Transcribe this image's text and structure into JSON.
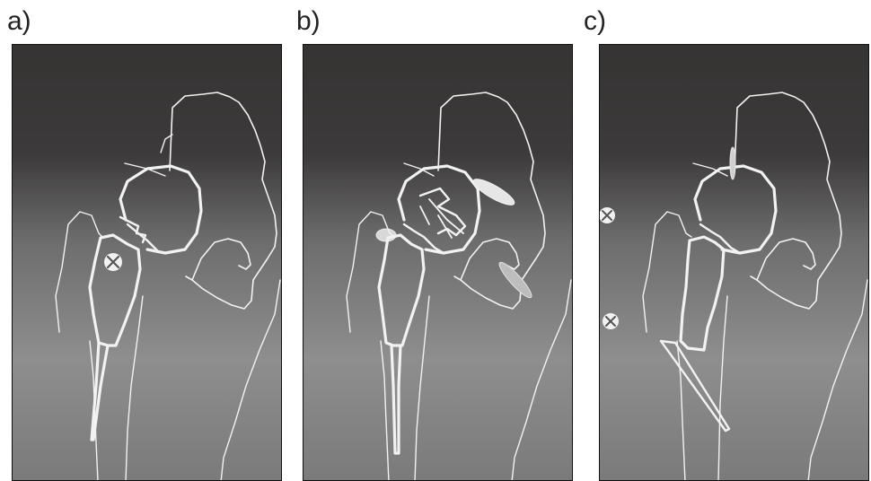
{
  "panels": [
    {
      "id": "a",
      "label": "a)"
    },
    {
      "id": "b",
      "label": "b)"
    },
    {
      "id": "c",
      "label": "c)"
    }
  ],
  "colors": {
    "background_top": "#363333",
    "background_mid": "#8e8e8e",
    "background_bottom": "#7a7a7a",
    "outline": "#f2f2f2"
  },
  "icons": [
    "x-marker-icon",
    "implant-stem-icon",
    "acetabular-cup-icon"
  ]
}
